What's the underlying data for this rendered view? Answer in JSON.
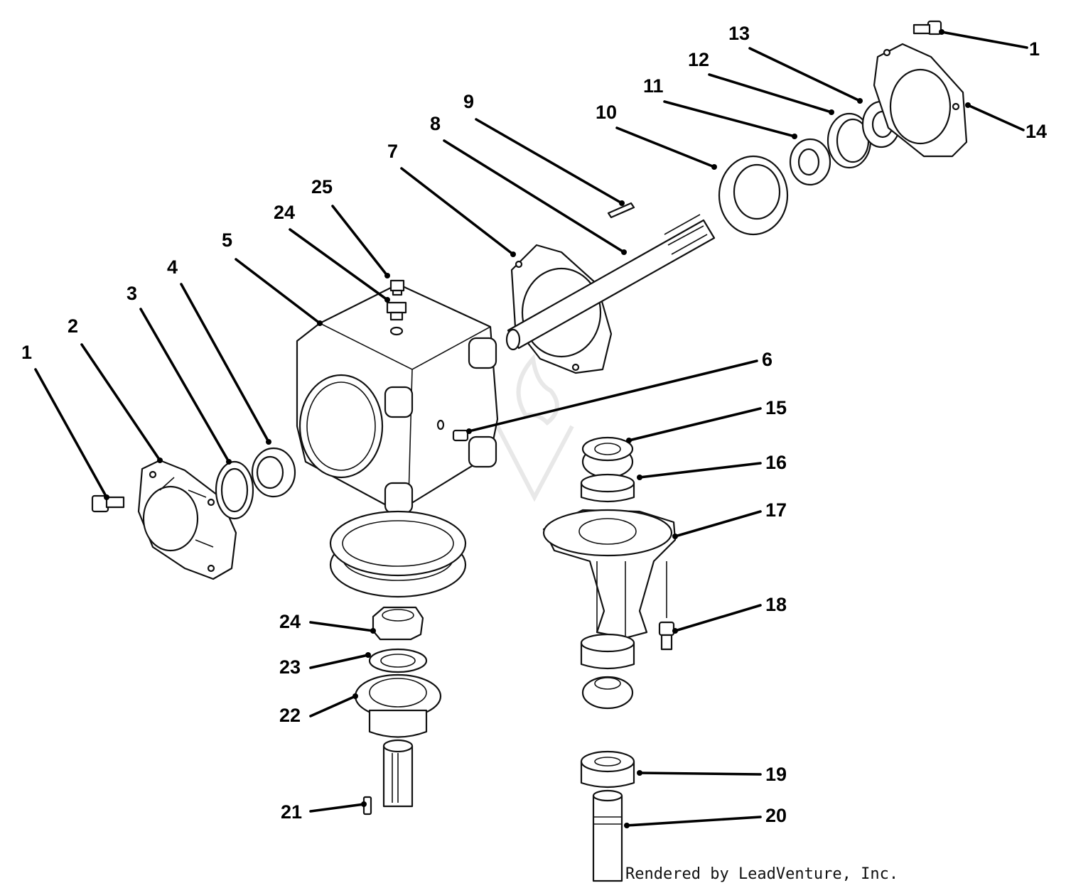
{
  "diagram": {
    "callouts": [
      {
        "label": "1"
      },
      {
        "label": "2"
      },
      {
        "label": "3"
      },
      {
        "label": "4"
      },
      {
        "label": "5"
      },
      {
        "label": "25"
      },
      {
        "label": "24"
      },
      {
        "label": "7"
      },
      {
        "label": "8"
      },
      {
        "label": "9"
      },
      {
        "label": "10"
      },
      {
        "label": "11"
      },
      {
        "label": "12"
      },
      {
        "label": "13"
      },
      {
        "label": "1"
      },
      {
        "label": "14"
      },
      {
        "label": "6"
      },
      {
        "label": "15"
      },
      {
        "label": "16"
      },
      {
        "label": "17"
      },
      {
        "label": "18"
      },
      {
        "label": "24"
      },
      {
        "label": "23"
      },
      {
        "label": "22"
      },
      {
        "label": "21"
      },
      {
        "label": "19"
      },
      {
        "label": "20"
      }
    ],
    "credit": "Rendered by LeadVenture, Inc."
  }
}
